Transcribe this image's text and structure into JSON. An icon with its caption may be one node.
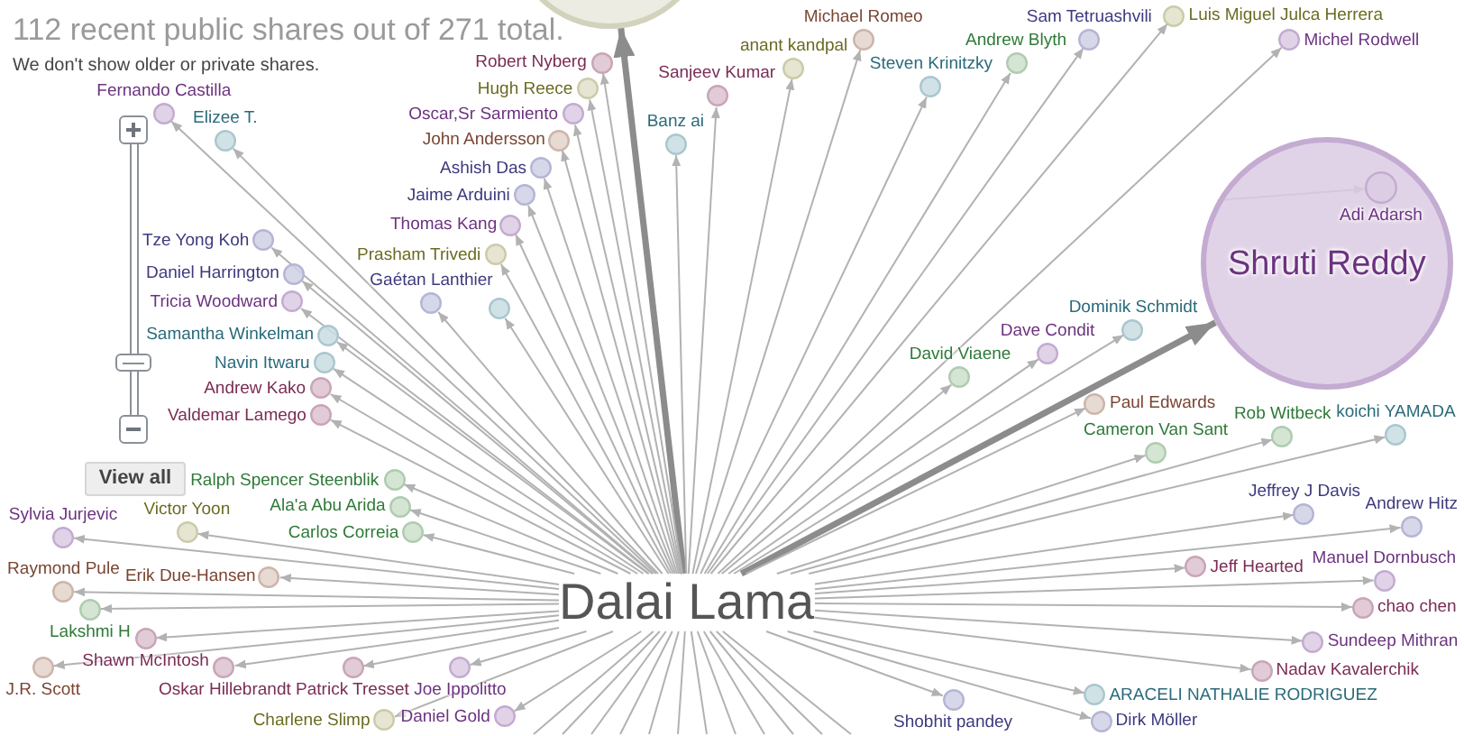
{
  "diagram": {
    "title": "112 recent public shares out of 271 total.",
    "nodes": [
      {
        "text": [],
        "shape": "circle"
      },
      {
        "text": [
          "Prasham Trivedi"
        ]
      },
      {
        "text": [
          "Ashish Das"
        ]
      },
      {
        "text": [
          "Andrew Kako"
        ]
      },
      {
        "text": [
          "Banz ai"
        ]
      },
      {
        "text": [
          "Valdemar Lamego"
        ]
      },
      {
        "text": [
          "Samantha Winkelman"
        ]
      },
      {
        "text": [
          "John Andersson"
        ]
      },
      {
        "text": [
          "Fernando Castilla"
        ]
      },
      {
        "text": [
          "Navin Itwaru"
        ]
      },
      {
        "text": [
          "Carlos Correia"
        ]
      },
      {
        "text": [
          "Hugh Reece"
        ]
      },
      {
        "text": [
          "Jaime Arduini"
        ]
      },
      {
        "text": [
          "Ala'a Abu Arida"
        ]
      },
      {
        "text": [
          "Michael Romeo"
        ]
      },
      {
        "text": [
          "Gaétan Lanthier"
        ]
      },
      {
        "text": [
          "Shruti Reddy"
        ]
      },
      {
        "text": [
          "Adi Adarsh"
        ],
        "in": 16
      },
      {
        "text": [
          "Sylvia Jurjevic"
        ]
      },
      {
        "text": [
          "Sam Tetruashvili"
        ]
      },
      {
        "text": [
          "Oscar,Sr Sarmiento"
        ]
      },
      {
        "text": [],
        "shape": "circle"
      },
      {
        "text": [
          "anant kandpal"
        ]
      },
      {
        "text": [
          "Thomas Kang"
        ]
      },
      {
        "text": [
          "Victor Yoon"
        ]
      },
      {
        "text": [
          "Luis Miguel Julca Herrera"
        ]
      },
      {
        "text": [
          "Robert Nyberg"
        ]
      },
      {
        "text": [
          "Daniel Harrington"
        ]
      },
      {
        "text": [
          "Sanjeev Kumar"
        ]
      },
      {
        "text": [
          "Dave Condit"
        ]
      },
      {
        "text": [
          "Lakshmi H"
        ]
      },
      {
        "text": [
          "Raymond Pule"
        ]
      },
      {
        "text": [
          "Andrew Blyth"
        ]
      },
      {
        "text": [
          "David Viaene"
        ]
      },
      {
        "text": [
          "Shawn McIntosh"
        ]
      },
      {
        "text": [
          "Ralph Spencer Steenblik"
        ]
      },
      {
        "text": [
          "Erik Due-Hansen"
        ]
      },
      {
        "text": [
          "Steven Krinitzky"
        ]
      },
      {
        "text": [
          "Rob Witbeck"
        ]
      },
      {
        "text": [
          "Cameron Van Sant"
        ]
      },
      {
        "text": [
          "Oskar Hillebrandt"
        ]
      },
      {
        "text": [
          "Dominik Schmidt"
        ]
      },
      {
        "text": [
          "koichi YAMADA"
        ]
      },
      {
        "text": [
          "Joe Ippolitto"
        ]
      },
      {
        "text": [
          "Patrick Tresset"
        ]
      },
      {
        "text": [
          "Shobhit pandey"
        ]
      },
      {
        "text": [
          "Jeffrey J Davis"
        ]
      },
      {
        "text": [
          "Tricia Woodward"
        ]
      },
      {
        "text": [
          "Andrew Hitz"
        ]
      },
      {
        "text": [
          "Jeff Hearted"
        ]
      },
      {
        "text": [
          "Manuel Dornbusch"
        ]
      },
      {
        "text": [
          "Charlene Slimp"
        ]
      },
      {
        "text": [
          "Dalai Lama"
        ]
      },
      {
        "text": [
          "Tze Yong Koh"
        ]
      },
      {
        "text": [
          "chao chen"
        ]
      },
      {
        "text": [
          "Sundeep Mithran"
        ]
      },
      {
        "text": [
          "Daniel Gold"
        ]
      },
      {
        "text": [
          "Michel Rodwell"
        ]
      },
      {
        "text": [
          "J.R. Scott"
        ]
      },
      {
        "text": [
          "Dirk Möller"
        ]
      },
      {
        "text": [
          "Nadav Kavalerchik"
        ]
      },
      {
        "text": [
          "Elizee T."
        ]
      },
      {
        "text": [
          "ARACELI NATHALIE RODRIGUEZ"
        ]
      },
      {
        "text": [
          "Paul Edwards"
        ]
      }
    ],
    "edges": [
      {
        "from": 52,
        "to": 0,
        "arrow": "to",
        "style": "thick",
        "color": "#8c8c8c"
      },
      {
        "from": 52,
        "to": 1,
        "arrow": "to"
      },
      {
        "from": 52,
        "to": 2,
        "arrow": "to"
      },
      {
        "from": 52,
        "to": 3,
        "arrow": "to"
      },
      {
        "from": 52,
        "to": 4,
        "arrow": "to"
      },
      {
        "from": 52,
        "to": 5,
        "arrow": "to"
      },
      {
        "from": 52,
        "to": 6,
        "arrow": "to"
      },
      {
        "from": 52,
        "to": 7,
        "arrow": "to"
      },
      {
        "from": 52,
        "to": 8,
        "arrow": "to"
      },
      {
        "from": 52,
        "to": 9,
        "arrow": "to"
      },
      {
        "from": 52,
        "to": 10,
        "arrow": "to"
      },
      {
        "from": 52,
        "to": 11,
        "arrow": "to"
      },
      {
        "from": 52,
        "to": 12,
        "arrow": "to"
      },
      {
        "from": 52,
        "to": 13,
        "arrow": "to"
      },
      {
        "from": 52,
        "to": 14,
        "arrow": "to"
      },
      {
        "from": 52,
        "to": 15,
        "arrow": "to"
      },
      {
        "from": 52,
        "to": 16,
        "arrow": "to",
        "style": "thick",
        "color": "#8c8c8c"
      },
      {
        "from": 16,
        "to": 17,
        "arrow": "to"
      },
      {
        "from": 52,
        "to": 18,
        "arrow": "to"
      },
      {
        "from": 52,
        "to": 19,
        "arrow": "to"
      },
      {
        "from": 52,
        "to": 20,
        "arrow": "to"
      },
      {
        "from": 52,
        "to": 21,
        "arrow": "to"
      },
      {
        "from": 52,
        "to": 22,
        "arrow": "to"
      },
      {
        "from": 52,
        "to": 23,
        "arrow": "to"
      },
      {
        "from": 52,
        "to": 24,
        "arrow": "to"
      },
      {
        "from": 52,
        "to": 25,
        "arrow": "to"
      },
      {
        "from": 52,
        "to": 26,
        "arrow": "to"
      },
      {
        "from": 52,
        "to": 27,
        "arrow": "to"
      },
      {
        "from": 52,
        "to": 28,
        "arrow": "to"
      },
      {
        "from": 52,
        "to": 29,
        "arrow": "to"
      },
      {
        "from": 52,
        "to": 30,
        "arrow": "to"
      },
      {
        "from": 52,
        "to": 31,
        "arrow": "to"
      },
      {
        "from": 52,
        "to": 32,
        "arrow": "to"
      },
      {
        "from": 52,
        "to": 33,
        "arrow": "to"
      },
      {
        "from": 52,
        "to": 34,
        "arrow": "to"
      },
      {
        "from": 52,
        "to": 35,
        "arrow": "to"
      },
      {
        "from": 52,
        "to": 36,
        "arrow": "to"
      },
      {
        "from": 52,
        "to": 37,
        "arrow": "to"
      },
      {
        "from": 52,
        "to": 38,
        "arrow": "to"
      },
      {
        "from": 52,
        "to": 39,
        "arrow": "to"
      },
      {
        "from": 52,
        "to": 40,
        "arrow": "to"
      },
      {
        "from": 52,
        "to": 41,
        "arrow": "to"
      },
      {
        "from": 52,
        "to": 42,
        "arrow": "to"
      },
      {
        "from": 52,
        "to": 43,
        "arrow": "to"
      },
      {
        "from": 52,
        "to": 44,
        "arrow": "to"
      },
      {
        "from": 52,
        "to": 45,
        "arrow": "to"
      },
      {
        "from": 52,
        "to": 46,
        "arrow": "to"
      },
      {
        "from": 52,
        "to": 47,
        "arrow": "to"
      },
      {
        "from": 52,
        "to": 48,
        "arrow": "to"
      },
      {
        "from": 52,
        "to": 49,
        "arrow": "to"
      },
      {
        "from": 52,
        "to": 50,
        "arrow": "to"
      },
      {
        "from": 52,
        "to": 51,
        "arrow": "to"
      },
      {
        "from": 52,
        "to": 53,
        "arrow": "to"
      },
      {
        "from": 52,
        "to": 54,
        "arrow": "to"
      },
      {
        "from": 52,
        "to": 55,
        "arrow": "to"
      },
      {
        "from": 52,
        "to": 56,
        "arrow": "to"
      },
      {
        "from": 52,
        "to": 57,
        "arrow": "to"
      },
      {
        "from": 52,
        "to": 58,
        "arrow": "to"
      },
      {
        "from": 52,
        "to": 59,
        "arrow": "to"
      },
      {
        "from": 52,
        "to": 60,
        "arrow": "to"
      },
      {
        "from": 52,
        "to": 61,
        "arrow": "to"
      },
      {
        "from": 52,
        "to": 62,
        "arrow": "to"
      },
      {
        "from": 52,
        "to": 63,
        "arrow": "to"
      },
      {
        "from": 52,
        "to": null,
        "arrow": "none"
      },
      {
        "from": 52,
        "to": null,
        "arrow": "none"
      },
      {
        "from": 52,
        "to": null,
        "arrow": "none"
      },
      {
        "from": 52,
        "to": null,
        "arrow": "none"
      },
      {
        "from": 52,
        "to": null,
        "arrow": "none"
      },
      {
        "from": 52,
        "to": null,
        "arrow": "none"
      },
      {
        "from": 52,
        "to": null,
        "arrow": "none"
      },
      {
        "from": 52,
        "to": null,
        "arrow": "none"
      },
      {
        "from": 52,
        "to": null,
        "arrow": "none"
      },
      {
        "from": 52,
        "to": null,
        "arrow": "none"
      },
      {
        "from": 52,
        "to": null,
        "arrow": "none"
      },
      {
        "from": 52,
        "to": null,
        "arrow": "none"
      }
    ],
    "labels": [
      "We don't show older or private shares.",
      "View all"
    ]
  }
}
